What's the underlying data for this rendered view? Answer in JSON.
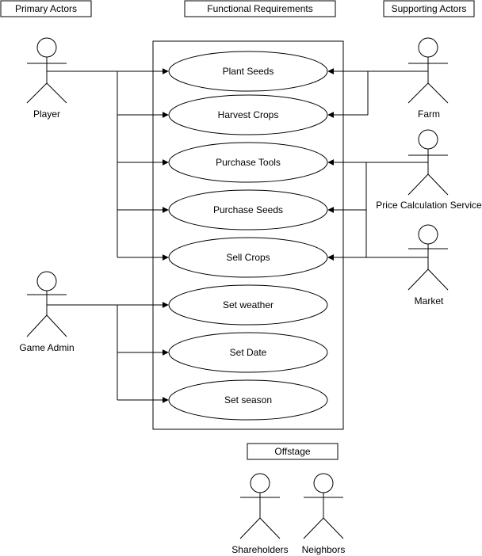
{
  "headers": {
    "primary": "Primary Actors",
    "functional": "Functional Requirements",
    "supporting": "Supporting Actors",
    "offstage": "Offstage"
  },
  "use_cases": {
    "plant_seeds": "Plant Seeds",
    "harvest_crops": "Harvest Crops",
    "purchase_tools": "Purchase Tools",
    "purchase_seeds": "Purchase Seeds",
    "sell_crops": "Sell Crops",
    "set_weather": "Set weather",
    "set_date": "Set Date",
    "set_season": "Set season"
  },
  "actors": {
    "player": "Player",
    "game_admin": "Game Admin",
    "farm": "Farm",
    "price_service": "Price Calculation Service",
    "market": "Market",
    "shareholders": "Shareholders",
    "neighbors": "Neighbors"
  },
  "colors": {
    "stroke": "#000000",
    "background": "#ffffff"
  }
}
